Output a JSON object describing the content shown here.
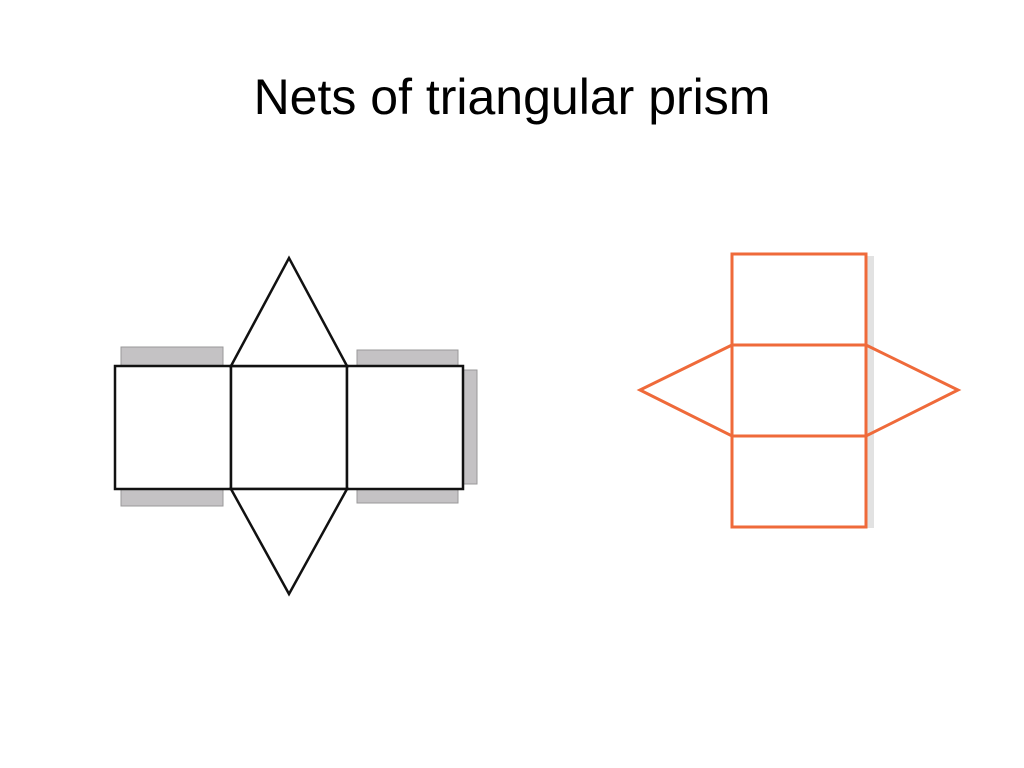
{
  "slide": {
    "title": "Nets of triangular prism"
  },
  "nets": [
    {
      "name": "net-with-glue-tabs",
      "stroke": "#111111",
      "tab_fill": "#c4c2c4",
      "tab_stroke": "#9a989a"
    },
    {
      "name": "net-orange",
      "stroke": "#ef6a3a",
      "shadow": "#dddddd"
    }
  ]
}
